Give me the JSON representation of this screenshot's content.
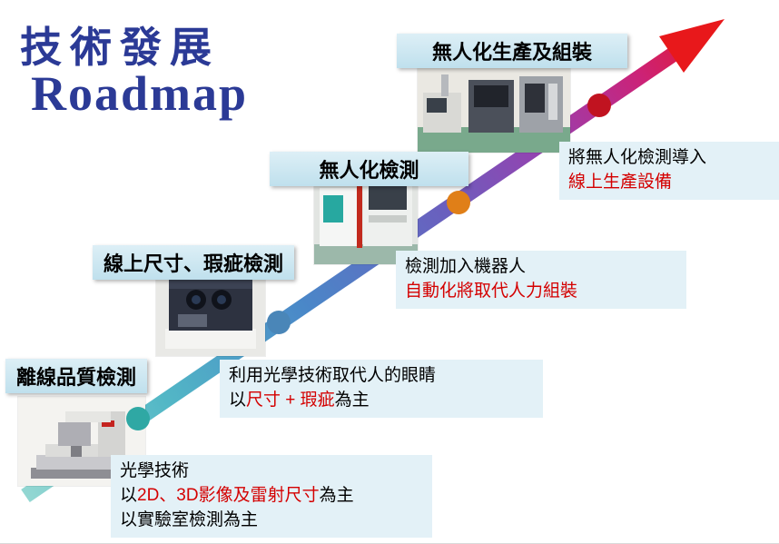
{
  "title": {
    "line1": "技術發展",
    "line2": "Roadmap"
  },
  "colors": {
    "title_blue": "#2b3a96",
    "highlight_red": "#d40000",
    "label_bg_top": "#ddeff6",
    "label_bg_bottom": "#bfe0ed",
    "desc_bg": "#e3f1f7",
    "arrow_gradient": [
      "#93d7d2",
      "#52b7c6",
      "#4a87c8",
      "#6a5fbe",
      "#9a3fae",
      "#cc2277",
      "#e8181b"
    ],
    "arrowhead": "#e8181b"
  },
  "milestones": [
    {
      "stage": "離線品質檢測",
      "color": "#2fa8a4"
    },
    {
      "stage": "線上尺寸、瑕疵檢測",
      "color": "#4a86b8"
    },
    {
      "stage": "無人化檢測",
      "color": "#e07f18"
    },
    {
      "stage": "無人化生產及組裝",
      "color": "#c11320"
    }
  ],
  "stages": [
    {
      "label": "離線品質檢測",
      "description": {
        "line1": "光學技術",
        "line2_prefix": "以",
        "line2_highlight": "2D、3D影像及雷射尺寸",
        "line2_suffix": "為主",
        "line3": "以實驗室檢測為主"
      }
    },
    {
      "label": "線上尺寸、瑕疵檢測",
      "description": {
        "line1": "利用光學技術取代人的眼睛",
        "line2_prefix": "以",
        "line2_highlight": "尺寸 + 瑕疵",
        "line2_suffix": "為主"
      }
    },
    {
      "label": "無人化檢測",
      "description": {
        "line1": "檢測加入機器人",
        "line2_highlight": "自動化將取代人力組裝"
      }
    },
    {
      "label": "無人化生產及組裝",
      "description": {
        "line1": "將無人化檢測導入",
        "line2_highlight": "線上生產設備"
      }
    }
  ]
}
